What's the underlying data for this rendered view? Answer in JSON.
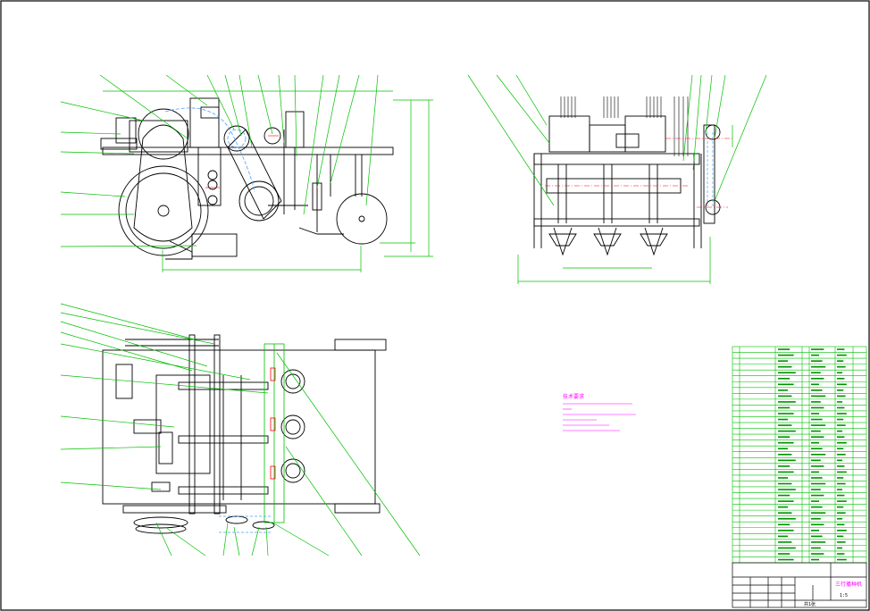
{
  "drawing": {
    "colors": {
      "outline": "#000000",
      "leader": "#00c000",
      "dimension": "#00c000",
      "center": "#ff0000",
      "blue_part": "#4aa0ff",
      "note": "#ff00ff",
      "table_line": "#00c000"
    },
    "notes_title": "技术要求",
    "title_block": {
      "drawing_name": "三行播种机",
      "scale": "1:5",
      "sheet": "共1张"
    },
    "bom_rows": 37
  }
}
